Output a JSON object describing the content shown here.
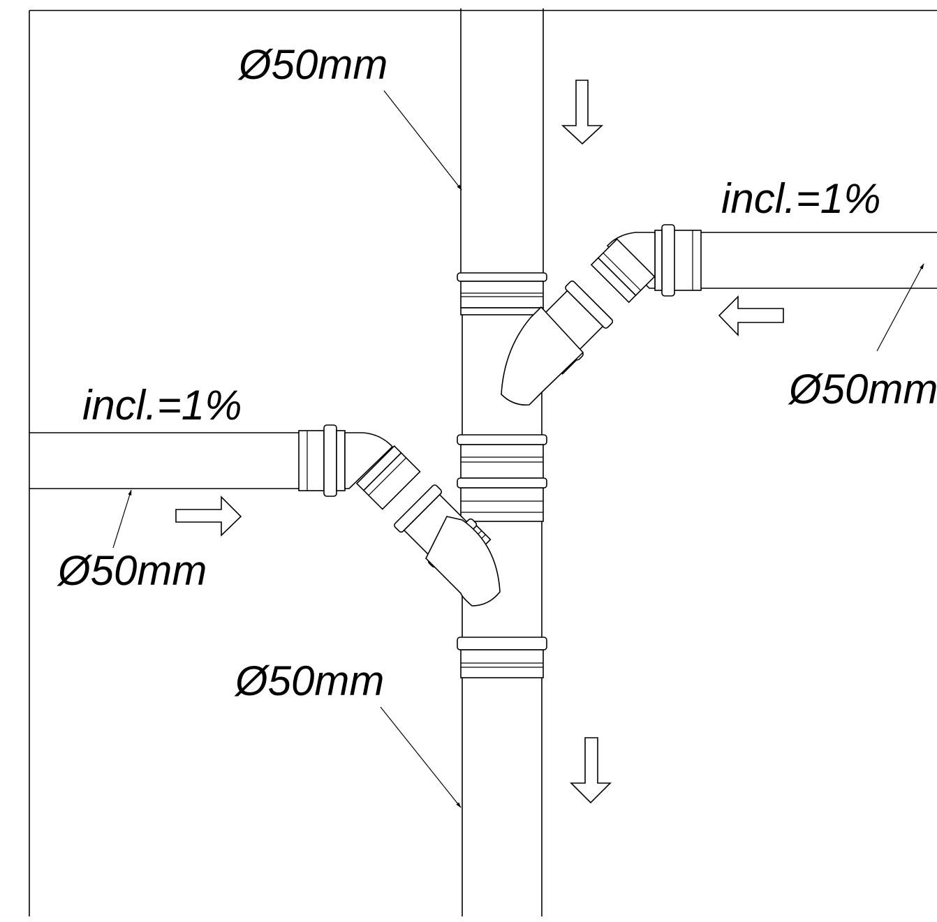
{
  "labels": {
    "top_vertical_diameter": "Ø50mm",
    "bottom_vertical_diameter": "Ø50mm",
    "left_branch_diameter": "Ø50mm",
    "right_branch_diameter": "Ø50mm",
    "left_branch_incline": "incl.=1%",
    "right_branch_incline": "incl.=1%"
  },
  "colors": {
    "line": "#000000",
    "background": "#ffffff"
  }
}
